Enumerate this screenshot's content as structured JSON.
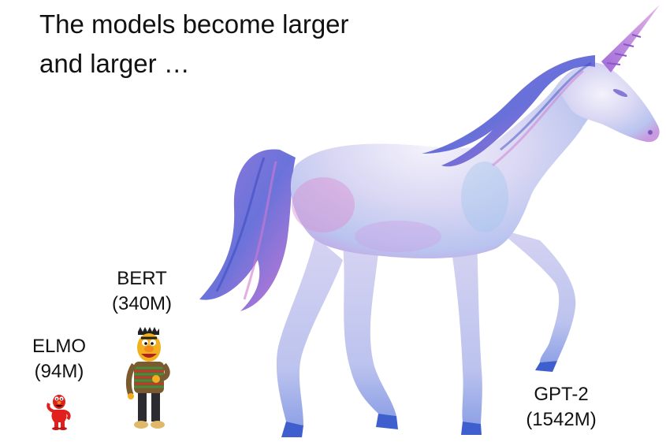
{
  "slide": {
    "title_line1": "The models become larger",
    "title_line2": "and larger …"
  },
  "models": [
    {
      "name": "ELMO",
      "params": "(94M)",
      "icon": "elmo-figure"
    },
    {
      "name": "BERT",
      "params": "(340M)",
      "icon": "bert-figure"
    },
    {
      "name": "GPT-2",
      "params": "(1542M)",
      "icon": "unicorn-figure"
    }
  ],
  "colors": {
    "text": "#111111",
    "unicorn_body": "#d9d7f3",
    "unicorn_mane": "#6b5fd0",
    "unicorn_pink": "#d98fd1",
    "elmo_red": "#e0201c",
    "bert_yellow": "#f2b01e"
  }
}
